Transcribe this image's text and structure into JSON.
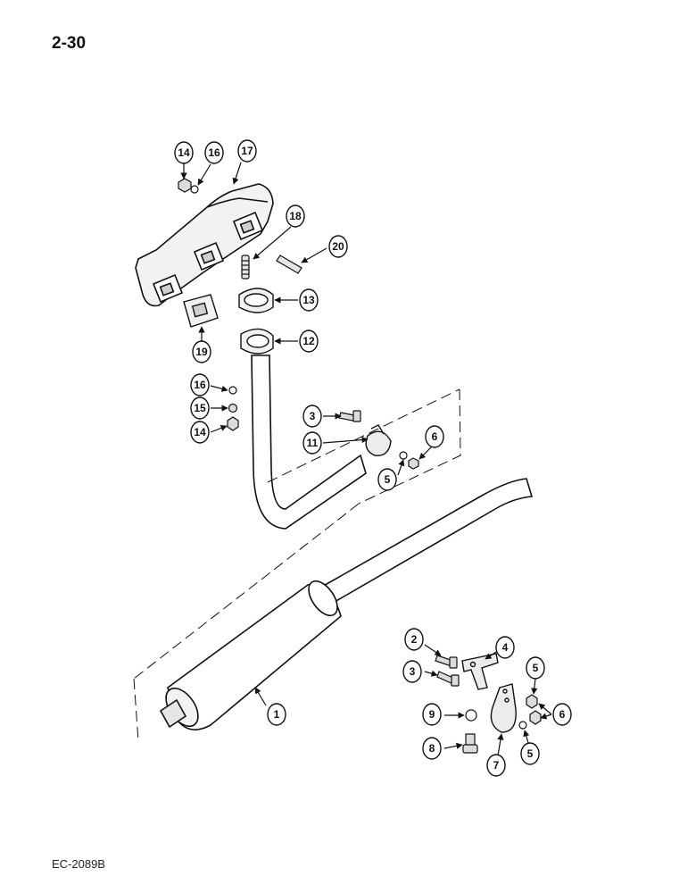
{
  "page": {
    "number": "2-30",
    "figure_code": "EC-2089B"
  },
  "callouts": {
    "c1": "1",
    "c2": "2",
    "c3a": "3",
    "c3b": "3",
    "c4": "4",
    "c5a": "5",
    "c5b": "5",
    "c5c": "5",
    "c6a": "6",
    "c6b": "6",
    "c7": "7",
    "c8": "8",
    "c9": "9",
    "c11": "11",
    "c12": "12",
    "c13": "13",
    "c14a": "14",
    "c14b": "14",
    "c15": "15",
    "c16a": "16",
    "c16b": "16",
    "c17": "17",
    "c18": "18",
    "c19": "19",
    "c20": "20"
  },
  "colors": {
    "ink": "#111111",
    "paper": "#ffffff",
    "fill_light": "#f2f2f2",
    "fill_mid": "#cfcfcf"
  }
}
